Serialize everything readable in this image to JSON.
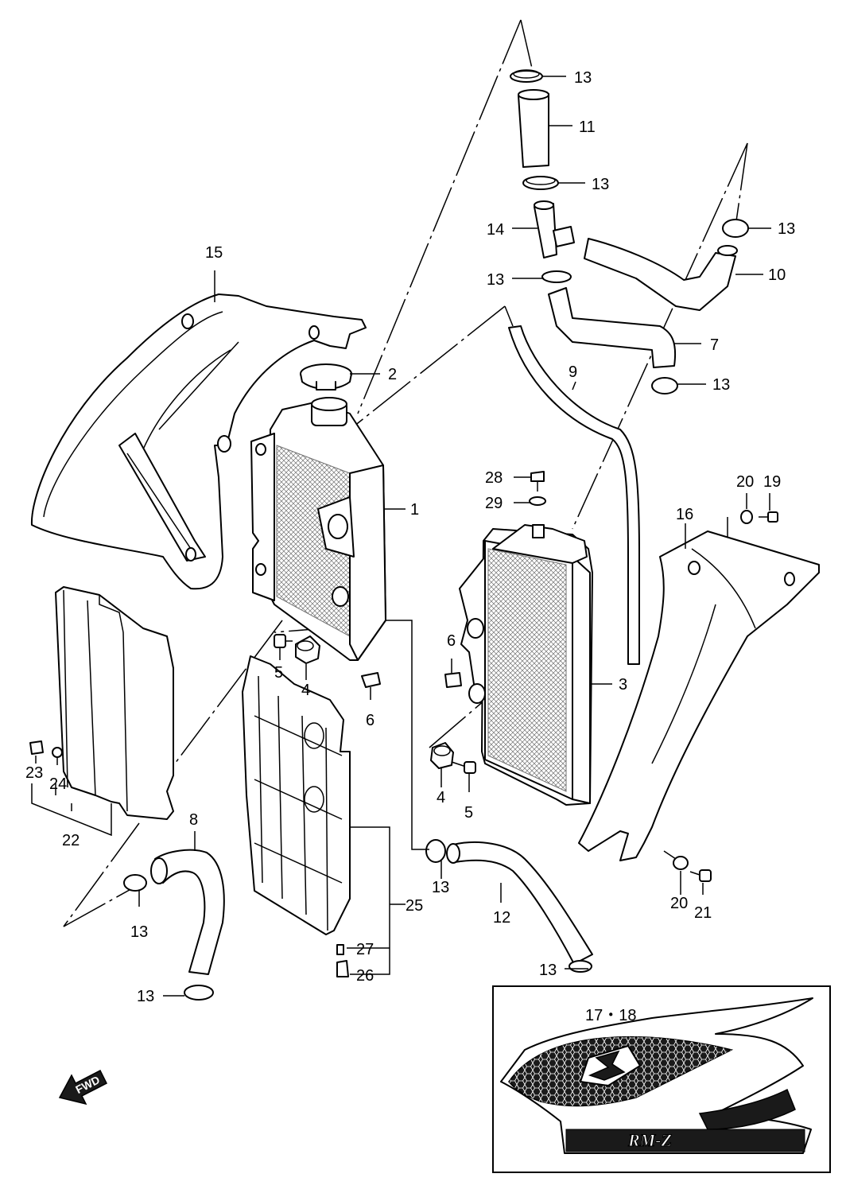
{
  "callouts": {
    "c13a": "13",
    "c11": "11",
    "c13b": "13",
    "c14": "14",
    "c13c": "13",
    "c10": "10",
    "c13d": "13",
    "c7": "7",
    "c13e": "13",
    "c9": "9",
    "c15": "15",
    "c2": "2",
    "c1": "1",
    "c28": "28",
    "c29": "29",
    "c20a": "20",
    "c19": "19",
    "c16": "16",
    "c5a": "5",
    "c4a": "4",
    "c6a": "6",
    "c6b": "6",
    "c3": "3",
    "c4b": "4",
    "c5b": "5",
    "c23": "23",
    "c24": "24",
    "c22": "22",
    "c8": "8",
    "c13f": "13",
    "c13g": "13",
    "c12": "12",
    "c25": "25",
    "c27": "27",
    "c26": "26",
    "c13h": "13",
    "c13i": "13",
    "c20b": "20",
    "c21": "21",
    "c1718": "17・18"
  },
  "fwd_label": "FWD",
  "logo_text": "RM-Z",
  "icons": {
    "fwd": "fwd-arrow-icon"
  },
  "colors": {
    "line": "#000000",
    "background": "#ffffff",
    "decal_dark": "#1a1a1a"
  }
}
